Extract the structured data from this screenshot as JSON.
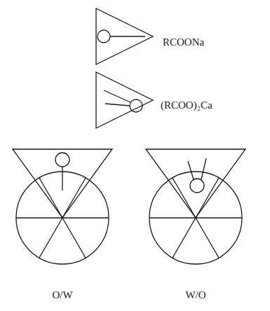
{
  "diagram": {
    "nodes": [
      {
        "text": [
          "RCOONa"
        ]
      },
      {
        "text": [
          "(RCOO)₂Ca"
        ]
      },
      {
        "text": [
          "O/W"
        ]
      },
      {
        "text": [
          "W/O"
        ]
      }
    ]
  }
}
